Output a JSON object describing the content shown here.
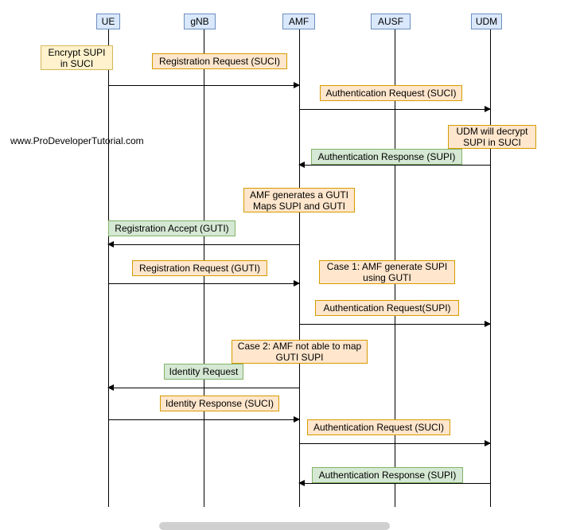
{
  "watermark": "www.ProDeveloperTutorial.com",
  "lifelines": {
    "ue": "UE",
    "gnb": "gNB",
    "amf": "AMF",
    "ausf": "AUSF",
    "udm": "UDM"
  },
  "notes": {
    "encrypt_supi": "Encrypt SUPI\nin SUCI",
    "udm_decrypt": "UDM will decrypt\nSUPI in SUCI",
    "amf_generates_guti": "AMF generates a GUTI\nMaps SUPI and GUTI",
    "case1": "Case 1: AMF generate SUPI\nusing GUTI",
    "case2": "Case 2: AMF not able to map\nGUTI SUPI"
  },
  "messages": {
    "reg_req_suci": "Registration Request (SUCI)",
    "auth_req_suci_1": "Authentication Request (SUCI)",
    "auth_resp_supi_1": "Authentication Response (SUPI)",
    "reg_accept_guti": "Registration Accept (GUTI)",
    "reg_req_guti": "Registration Request (GUTI)",
    "auth_req_supi": "Authentication Request(SUPI)",
    "identity_request": "Identity Request",
    "identity_response_suci": "Identity Response (SUCI)",
    "auth_req_suci_2": "Authentication Request (SUCI)",
    "auth_resp_supi_2": "Authentication Response (SUPI)"
  },
  "colors": {
    "lifeline_fill": "#dae8fc",
    "lifeline_border": "#6c8ebf",
    "orange_fill": "#ffe6cc",
    "yellow_fill": "#fff2cc",
    "green_fill": "#d5e8d4"
  }
}
